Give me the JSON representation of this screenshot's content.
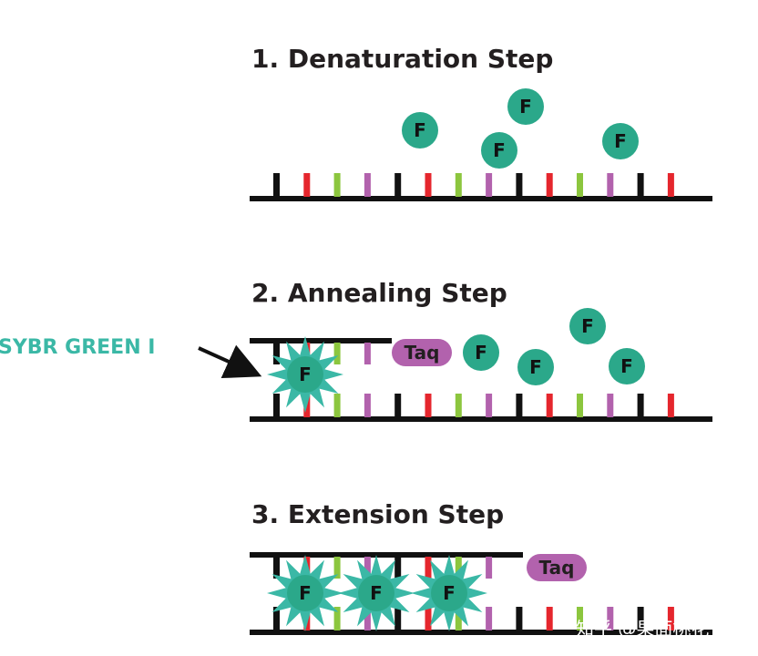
{
  "steps": [
    {
      "title": "1. Denaturation Step"
    },
    {
      "title": "2. Annealing Step"
    },
    {
      "title": "3. Extension Step"
    }
  ],
  "dye_label": "SYBR GREEN I",
  "fluor_letter": "F",
  "enzyme_label": "Taq",
  "watermark": "知乎 @果面桃花",
  "colors": {
    "strand": "#111111",
    "base_black": "#111111",
    "base_red": "#e5262d",
    "base_green": "#8cc63e",
    "base_purple": "#b262ad",
    "fluor": "#2ba88a",
    "burst": "#3bb8a6",
    "taq": "#b262ad",
    "label": "#3bb8a6"
  }
}
